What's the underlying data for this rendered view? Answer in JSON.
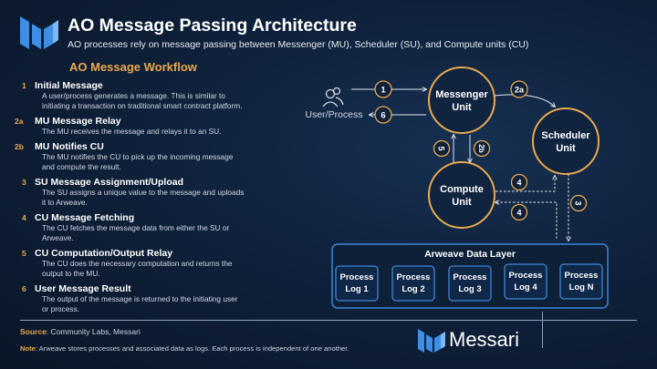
{
  "header": {
    "title": "AO Message Passing Architecture",
    "subtitle": "AO processes rely on message passing between Messenger (MU), Scheduler (SU), and Compute units (CU)"
  },
  "workflow": {
    "title": "AO Message Workflow",
    "steps": [
      {
        "num": "1",
        "title": "Initial Message",
        "desc1": "A user/process generates a message. This is similar to",
        "desc2": "initiating a transaction on traditional smart contract platform."
      },
      {
        "num": "2a",
        "title": "MU Message Relay",
        "desc1": "The MU receives the message and relays it to an SU.",
        "desc2": ""
      },
      {
        "num": "2b",
        "title": "MU Notifies CU",
        "desc1": "The MU notifies the CU to pick up the incoming message",
        "desc2": "and compute the result."
      },
      {
        "num": "3",
        "title": "SU Message Assignment/Upload",
        "desc1": "The SU assigns a unique value to the message and uploads",
        "desc2": "it to Arweave."
      },
      {
        "num": "4",
        "title": "CU Message Fetching",
        "desc1": "The CU fetches the message data from either the SU or",
        "desc2": "Arweave."
      },
      {
        "num": "5",
        "title": "CU Computation/Output Relay",
        "desc1": "The CU does the necessary computation and returns the",
        "desc2": "output to the MU."
      },
      {
        "num": "6",
        "title": "User Message Result",
        "desc1": "The output of the message is returned to the initiating user",
        "desc2": "or process."
      }
    ]
  },
  "diagram": {
    "user_label": "User/Process",
    "messenger": {
      "line1": "Messenger",
      "line2": "Unit"
    },
    "scheduler": {
      "line1": "Scheduler",
      "line2": "Unit"
    },
    "compute": {
      "line1": "Compute",
      "line2": "Unit"
    },
    "arrow_labels": {
      "a1": "1",
      "a6": "6",
      "a2a": "2a",
      "a2b": "2b",
      "a5": "5",
      "a4top": "4",
      "a4bot": "4",
      "a3": "3"
    },
    "arweave": {
      "title": "Arweave Data Layer",
      "logs": [
        {
          "line1": "Process",
          "line2": "Log 1"
        },
        {
          "line1": "Process",
          "line2": "Log 2"
        },
        {
          "line1": "Process",
          "line2": "Log 3"
        },
        {
          "line1": "Process",
          "line2": "Log 4"
        },
        {
          "line1": "Process",
          "line2": "Log N"
        }
      ]
    }
  },
  "footer": {
    "source_label": "Source",
    "source": ": Community Labs, Messari",
    "note_label": "Note",
    "note": ": Arweave stores processes and associated data as logs. Each process is independent of one another.",
    "brand": "Messari"
  },
  "colors": {
    "accent": "#e9a84c",
    "background": "#0d1a2e",
    "box_border": "#3d86d6"
  }
}
